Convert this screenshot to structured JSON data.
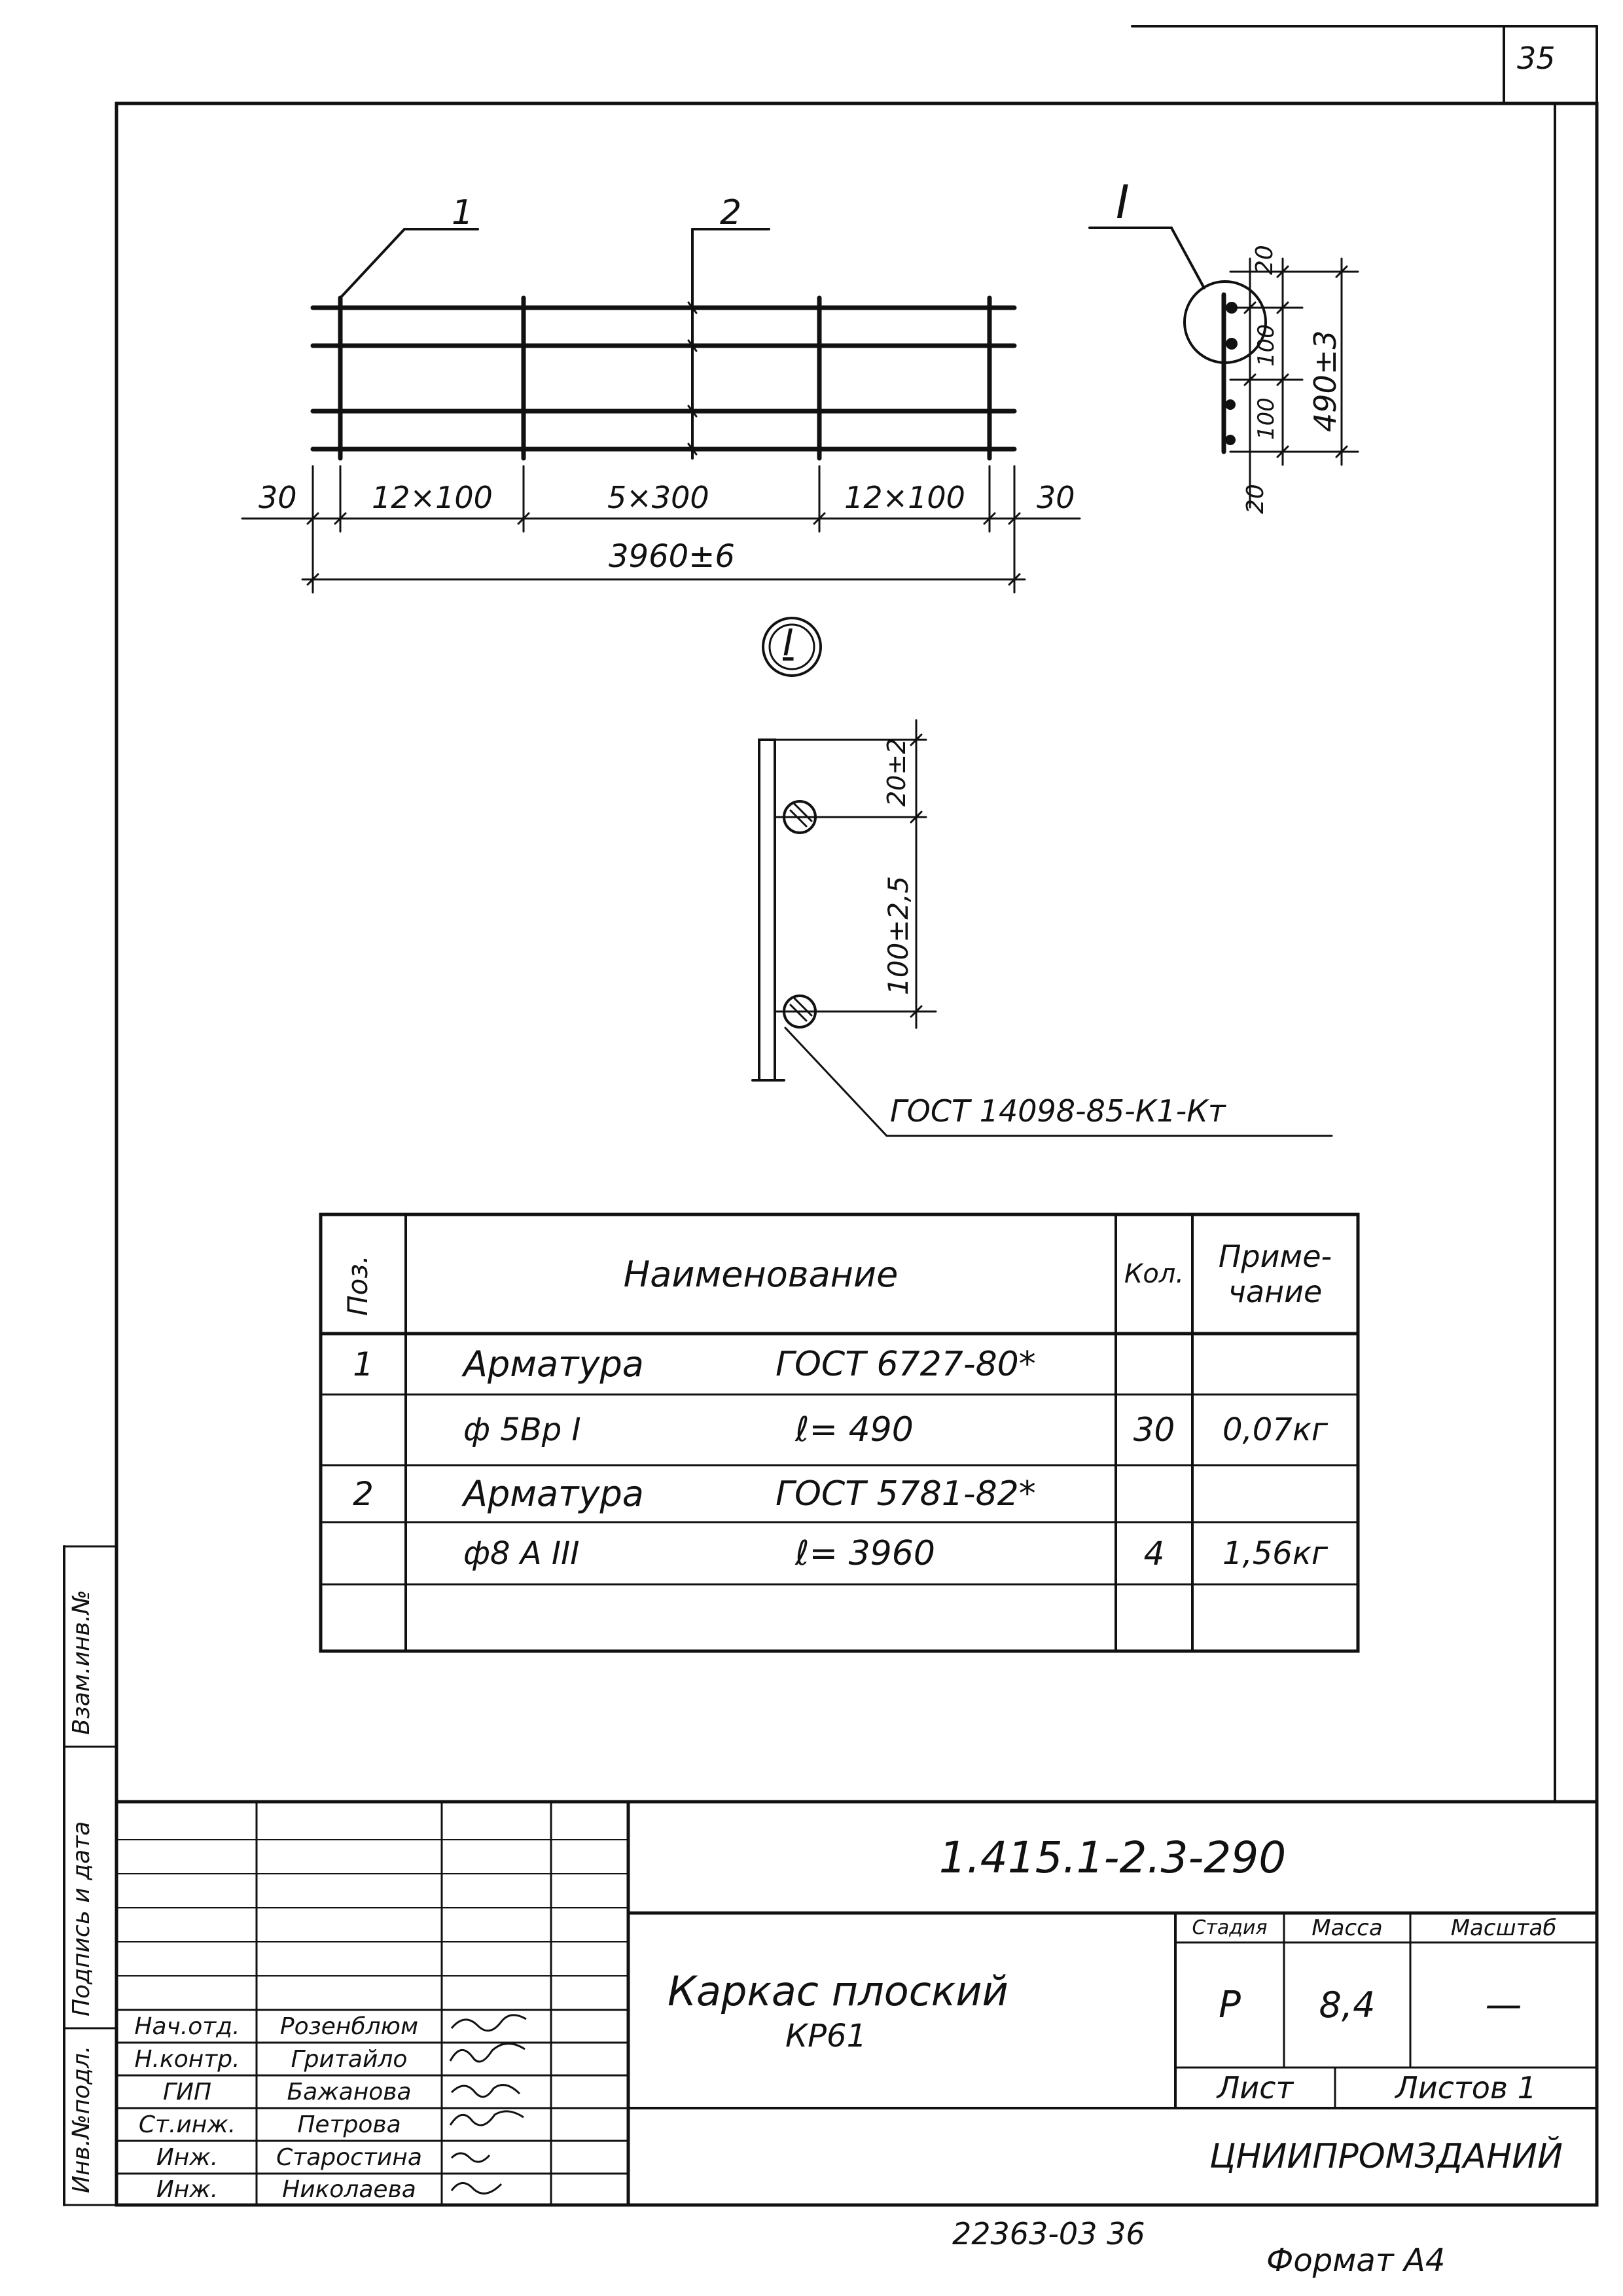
{
  "page_number": "35",
  "drawing": {
    "positions": [
      "1",
      "2"
    ],
    "section_mark": "I",
    "dims_bottom": [
      "30",
      "12×100",
      "5×300",
      "12×100",
      "30"
    ],
    "overall": "3960±6",
    "side_dims": [
      "20",
      "100",
      "100",
      "20",
      "490±3"
    ],
    "detail_mark": "I",
    "detail_dims": [
      "20±2",
      "100±2,5"
    ],
    "weld_std": "ГОСТ 14098-85-К1-Кт"
  },
  "spec_table": {
    "headers": {
      "pos": "Поз.",
      "name": "Наименование",
      "qty": "Кол.",
      "note": "Приме-\nчание"
    },
    "rows": [
      {
        "pos": "1",
        "name": "Арматура",
        "std": "ГОСТ 6727-80*",
        "qty": "",
        "note": ""
      },
      {
        "pos": "",
        "name": "ф 5Вр I",
        "std": "ℓ= 490",
        "qty": "30",
        "note": "0,07кг"
      },
      {
        "pos": "2",
        "name": "Арматура",
        "std": "ГОСТ 5781-82*",
        "qty": "",
        "note": ""
      },
      {
        "pos": "",
        "name": "ф8 А III",
        "std": "ℓ= 3960",
        "qty": "4",
        "note": "1,56кг"
      }
    ]
  },
  "left_strip": [
    "Взам.инв.№",
    "Подпись и дата",
    "Инв.№подл."
  ],
  "title_block": {
    "code": "1.415.1-2.3-290",
    "title_line1": "Каркас плоский",
    "title_line2": "КР61",
    "stage_label": "Стадия",
    "mass_label": "Масса",
    "scale_label": "Масштаб",
    "stage": "Р",
    "mass": "8,4",
    "scale": "—",
    "sheet_label": "Лист",
    "sheets_label": "Листов 1",
    "org": "ЦНИИПРОМЗДАНИЙ",
    "staff": [
      {
        "role": "Нач.отд.",
        "name": "Розенблюм"
      },
      {
        "role": "Н.контр.",
        "name": "Гритайло"
      },
      {
        "role": "ГИП",
        "name": "Бажанова"
      },
      {
        "role": "Ст.инж.",
        "name": "Петрова"
      },
      {
        "role": "Инж.",
        "name": "Старостина"
      },
      {
        "role": "Инж.",
        "name": "Николаева"
      }
    ]
  },
  "footer_code": "22363-03 36",
  "format": "Формат А4"
}
